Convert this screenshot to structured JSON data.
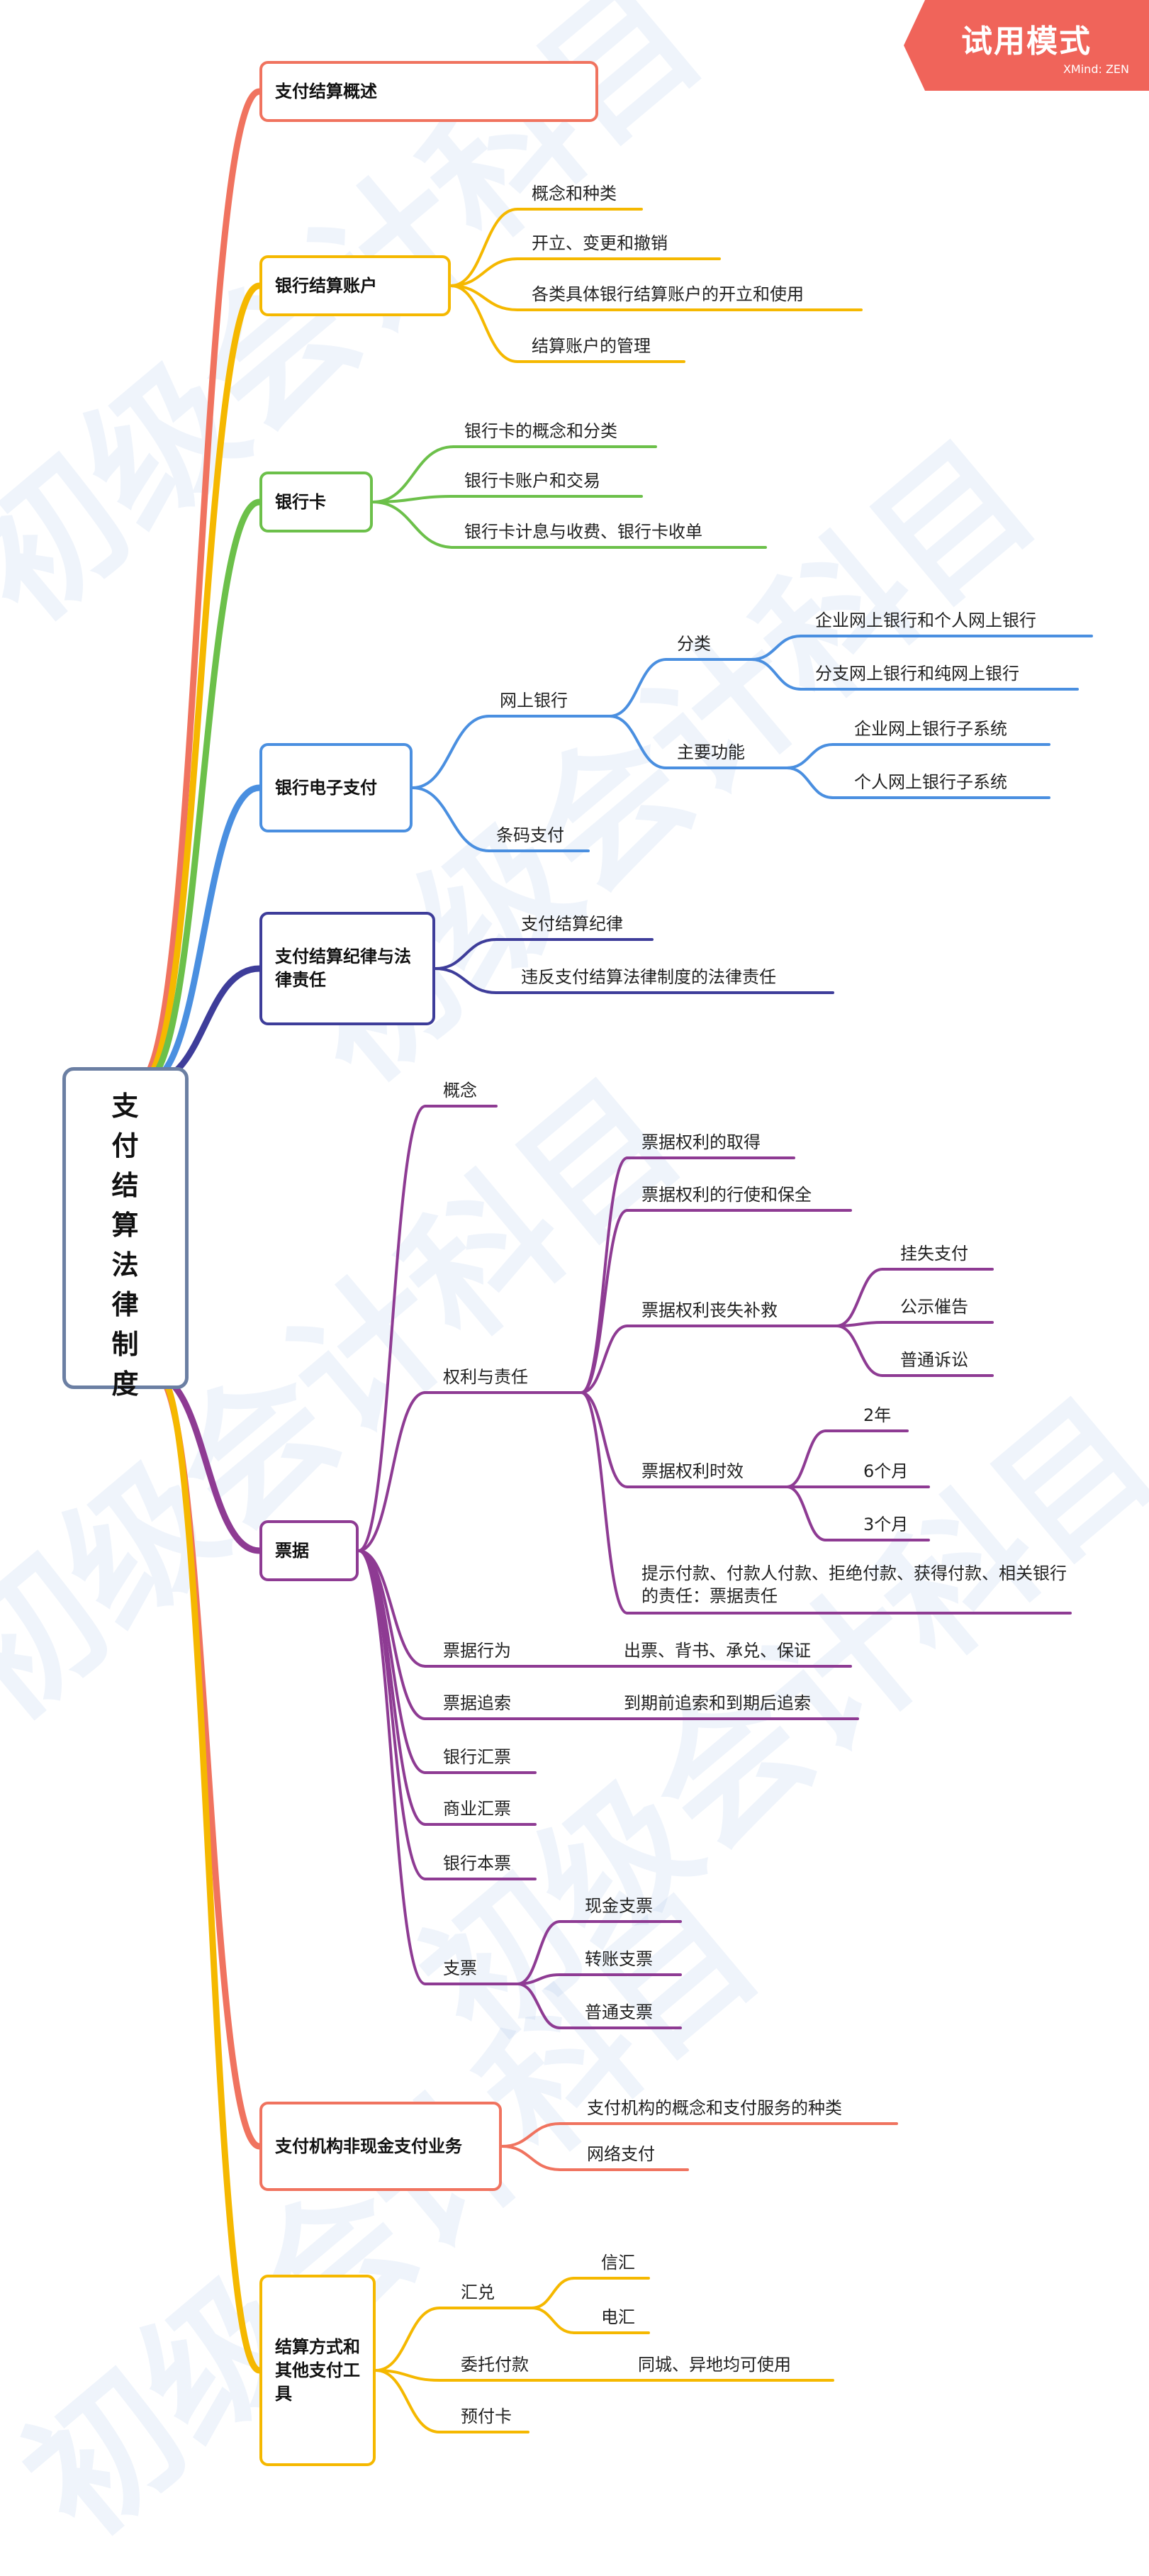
{
  "trial_badge": {
    "title": "试用模式",
    "brand": "XMind: ZEN"
  },
  "watermark": "初级会计科目",
  "root": {
    "label": "支付结算法律制度",
    "color": "#6b7fa3"
  },
  "branches": [
    {
      "id": "b1",
      "label": "支付结算概述",
      "color": "#f0735f",
      "children": []
    },
    {
      "id": "b2",
      "label": "银行结算账户",
      "color": "#f5b800",
      "children": [
        {
          "label": "概念和种类"
        },
        {
          "label": "开立、变更和撤销"
        },
        {
          "label": "各类具体银行结算账户的开立和使用"
        },
        {
          "label": "结算账户的管理"
        }
      ]
    },
    {
      "id": "b3",
      "label": "银行卡",
      "color": "#6cc04a",
      "children": [
        {
          "label": "银行卡的概念和分类"
        },
        {
          "label": "银行卡账户和交易"
        },
        {
          "label": "银行卡计息与收费、银行卡收单"
        }
      ]
    },
    {
      "id": "b4",
      "label": "银行电子支付",
      "color": "#4a8fe0",
      "children": [
        {
          "label": "网上银行",
          "children": [
            {
              "label": "分类",
              "children": [
                {
                  "label": "企业网上银行和个人网上银行"
                },
                {
                  "label": "分支网上银行和纯网上银行"
                }
              ]
            },
            {
              "label": "主要功能",
              "children": [
                {
                  "label": "企业网上银行子系统"
                },
                {
                  "label": "个人网上银行子系统"
                }
              ]
            }
          ]
        },
        {
          "label": "条码支付"
        }
      ]
    },
    {
      "id": "b5",
      "label": "支付结算纪律与法律责任",
      "color": "#3e3d9a",
      "children": [
        {
          "label": "支付结算纪律"
        },
        {
          "label": "违反支付结算法律制度的法律责任"
        }
      ]
    },
    {
      "id": "b6",
      "label": "票据",
      "color": "#8e3b93",
      "children": [
        {
          "label": "概念"
        },
        {
          "label": "权利与责任",
          "children": [
            {
              "label": "票据权利的取得"
            },
            {
              "label": "票据权利的行使和保全"
            },
            {
              "label": "票据权利丧失补救",
              "children": [
                {
                  "label": "挂失支付"
                },
                {
                  "label": "公示催告"
                },
                {
                  "label": "普通诉讼"
                }
              ]
            },
            {
              "label": "票据权利时效",
              "children": [
                {
                  "label": "2年"
                },
                {
                  "label": "6个月"
                },
                {
                  "label": "3个月"
                }
              ]
            },
            {
              "label": "提示付款、付款人付款、拒绝付款、获得付款、相关银行的责任：票据责任"
            }
          ]
        },
        {
          "label": "票据行为",
          "note": "出票、背书、承兑、保证"
        },
        {
          "label": "票据追索",
          "note": "到期前追索和到期后追索"
        },
        {
          "label": "银行汇票"
        },
        {
          "label": "商业汇票"
        },
        {
          "label": "银行本票"
        },
        {
          "label": "支票",
          "children": [
            {
              "label": "现金支票"
            },
            {
              "label": "转账支票"
            },
            {
              "label": "普通支票"
            }
          ]
        }
      ]
    },
    {
      "id": "b7",
      "label": "支付机构非现金支付业务",
      "color": "#f0735f",
      "children": [
        {
          "label": "支付机构的概念和支付服务的种类"
        },
        {
          "label": "网络支付"
        }
      ]
    },
    {
      "id": "b8",
      "label": "结算方式和其他支付工具",
      "color": "#f5b800",
      "children": [
        {
          "label": "汇兑",
          "children": [
            {
              "label": "信汇"
            },
            {
              "label": "电汇"
            }
          ]
        },
        {
          "label": "委托付款",
          "note": "同城、异地均可使用"
        },
        {
          "label": "预付卡"
        }
      ]
    }
  ]
}
